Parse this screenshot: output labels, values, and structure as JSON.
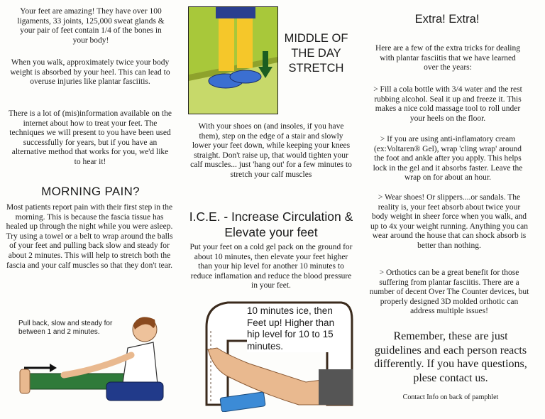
{
  "left": {
    "intro": "Your feet are amazing! They have over 100 ligaments, 33 joints, 125,000 sweat glands & your pair of feet contain 1/4 of the bones in your body!",
    "walking": "When you walk, approximately twice your body weight is absorbed by your heel. This can lead to overuse injuries like plantar fasciitis.",
    "misinformation": "There is a lot of (mis)information available on the internet about how to treat your feet. The techniques we will present to you have been used successfully for years, but if you have an alternative method that works for you, we'd like to hear it!",
    "morning_title": "MORNING PAIN?",
    "morning_text": "Most patients report pain with their first step in the morning. This is because the fascia tissue has healed up through the night while you were asleep. Try using a towel or a belt to wrap around the balls of your feet and pulling back slow and steady for about 2 minutes. This will help to stretch both the fascia and your calf muscles so that they don't tear.",
    "pull_caption": "Pull back, slow and steady for between 1 and 2 minutes."
  },
  "middle": {
    "stretch_title": "MIDDLE OF THE DAY STRETCH",
    "stretch_text": "With your shoes on (and insoles, if you have them), step on the edge of a stair and slowly lower your feet down, while keeping your knees straight. Don't raise up, that would tighten your calf muscles... just 'hang out' for a few minutes to stretch your calf muscles",
    "ice_title": "I.C.E. - Increase Circulation & Elevate your feet",
    "ice_text": "Put your feet on a cold gel pack on the ground for about 10 minutes, then elevate your feet higher than your hip level for another 10 minutes to reduce inflamation and reduce the blood pressure in your feet.",
    "ice_caption": "10 minutes ice, then Feet up! Higher than hip level for 10 to 15 minutes."
  },
  "right": {
    "title": "Extra! Extra!",
    "intro": "Here are a few of the extra tricks for dealing with plantar fasciitis that we have learned over the years:",
    "tip1": "> Fill a cola bottle with 3/4 water and the rest rubbing alcohol. Seal it up and freeze it. This makes a nice cold massage tool to roll under your heels on the floor.",
    "tip2": "> If you are using anti-inflamatory cream (ex:Voltaren® Gel), wrap 'cling wrap' around the foot and ankle after you apply. This helps lock in the gel and it absorbs faster. Leave the wrap on for about an hour.",
    "tip3": "> Wear shoes! Or slippers....or sandals. The reality is, your feet absorb about twice your body weight in sheer force when you walk, and up to 4x your weight running. Anything you can wear around the house that can shock absorb is better than nothing.",
    "tip4": "> Orthotics can be a great benefit for those suffering from plantar fasciitis. There are a number of decent Over The Counter devices, but properly designed 3D molded orthotic can address multiple issues!",
    "remember": "Remember, these are just guidelines and each person reacts differently. If you have questions, plese contact us.",
    "contact": "Contact Info on back of pamphlet"
  }
}
